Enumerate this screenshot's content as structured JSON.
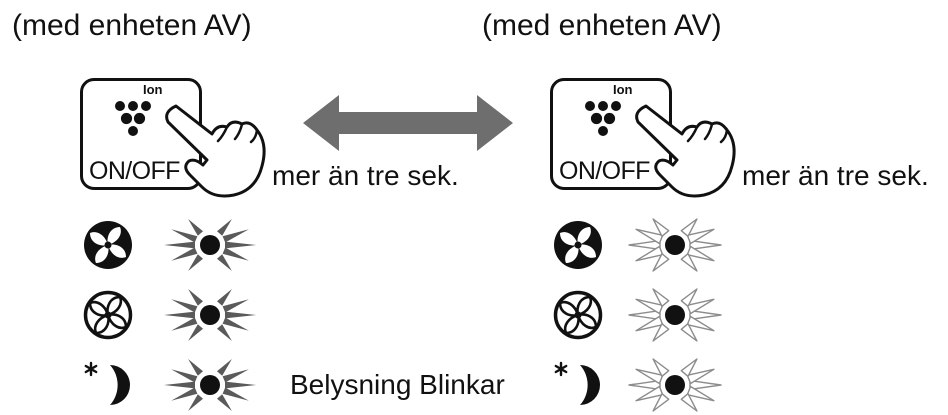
{
  "panels": [
    {
      "caption": "(med enheten AV)",
      "button": {
        "ion_label": "Ion",
        "label": "ON/OFF",
        "icon": "ion-icon"
      },
      "hold_text": "mer än tre sek."
    },
    {
      "caption": "(med enheten AV)",
      "button": {
        "ion_label": "Ion",
        "label": "ON/OFF",
        "icon": "ion-icon"
      },
      "hold_text": "mer än tre sek."
    }
  ],
  "indicator_rows": [
    {
      "icon": "fan-high-icon"
    },
    {
      "icon": "fan-low-icon"
    },
    {
      "icon": "sleep-mode-icon"
    }
  ],
  "status_label": "Belysning Blinkar",
  "icons": {
    "hand": "pointing-hand-icon",
    "arrow": "double-arrow-icon",
    "indicator": "indicator-light-icon"
  },
  "colors": {
    "ink": "#111111",
    "arrow": "#6e6e6e",
    "ray_filled": "#5a5a5a",
    "ray_outline": "#8c8c8c",
    "background": "#ffffff"
  }
}
